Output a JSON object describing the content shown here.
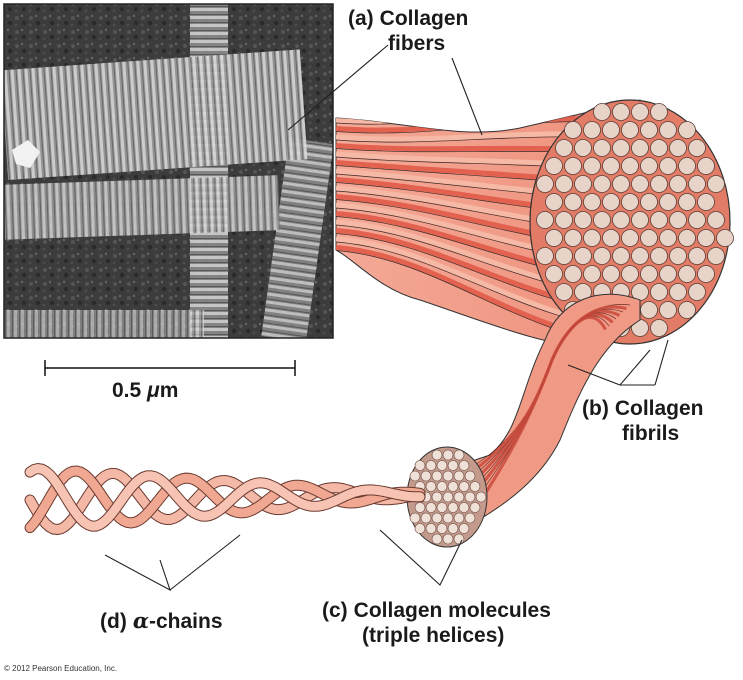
{
  "labels": {
    "a": {
      "key": "(a)",
      "line1": "Collagen",
      "line2": "fibers"
    },
    "b": {
      "key": "(b)",
      "line1": "Collagen",
      "line2": "fibrils"
    },
    "c": {
      "key": "(c)",
      "line1": "Collagen molecules",
      "line2": "(triple helices)"
    },
    "d": {
      "key": "(d)",
      "greek": "α",
      "rest": "-chains"
    }
  },
  "scale_bar": {
    "value": "0.5",
    "unit_prefix": "μ",
    "unit_suffix": "m"
  },
  "copyright": "© 2012 Pearson Education, Inc.",
  "colors": {
    "fiber_light": "#f6b9a6",
    "fiber_dark": "#e2614f",
    "fibril_cross_section": "#e8d3c8",
    "micrograph_bg": "#3a3a3a",
    "leader_line": "#222222"
  }
}
